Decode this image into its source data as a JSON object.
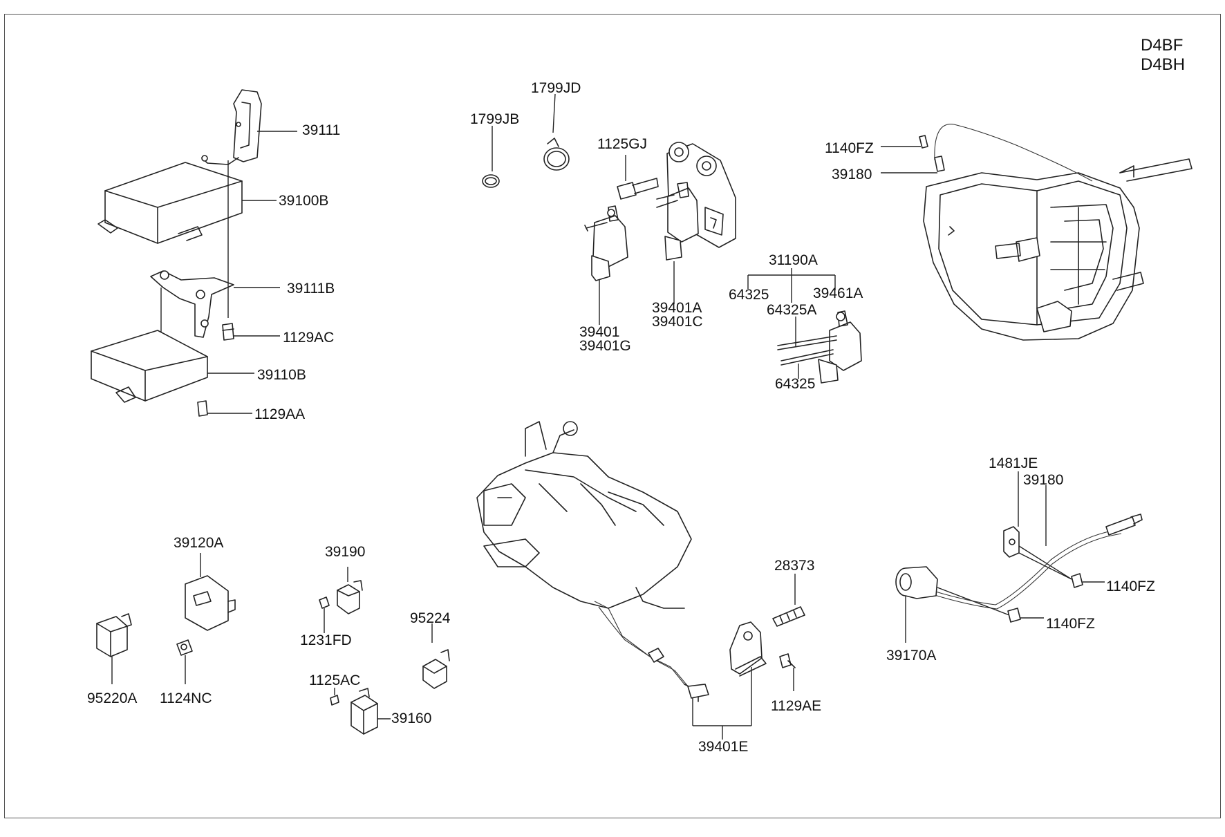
{
  "engine_codes": [
    "D4BF",
    "D4BH"
  ],
  "labels": {
    "p39111": "39111",
    "p39100B": "39100B",
    "p39111B": "39111B",
    "p1129AC": "1129AC",
    "p39110B": "39110B",
    "p1129AA": "1129AA",
    "p1799JB": "1799JB",
    "p1799JD": "1799JD",
    "p1125GJ": "1125GJ",
    "p39401": "39401",
    "p39401G": "39401G",
    "p39401A": "39401A",
    "p39401C": "39401C",
    "p31190A": "31190A",
    "p64325_top": "64325",
    "p39461A": "39461A",
    "p64325A": "64325A",
    "p64325_bottom": "64325",
    "p1140FZ_top": "1140FZ",
    "p39180_top": "39180",
    "p39120A": "39120A",
    "p95220A": "95220A",
    "p1124NC": "1124NC",
    "p39190": "39190",
    "p1231FD": "1231FD",
    "p1125AC": "1125AC",
    "p39160": "39160",
    "p95224": "95224",
    "p28373": "28373",
    "p1129AE": "1129AE",
    "p39401E": "39401E",
    "p1481JE": "1481JE",
    "p39180_bottom": "39180",
    "p1140FZ_mid": "1140FZ",
    "p1140FZ_low": "1140FZ",
    "p39170A": "39170A"
  }
}
